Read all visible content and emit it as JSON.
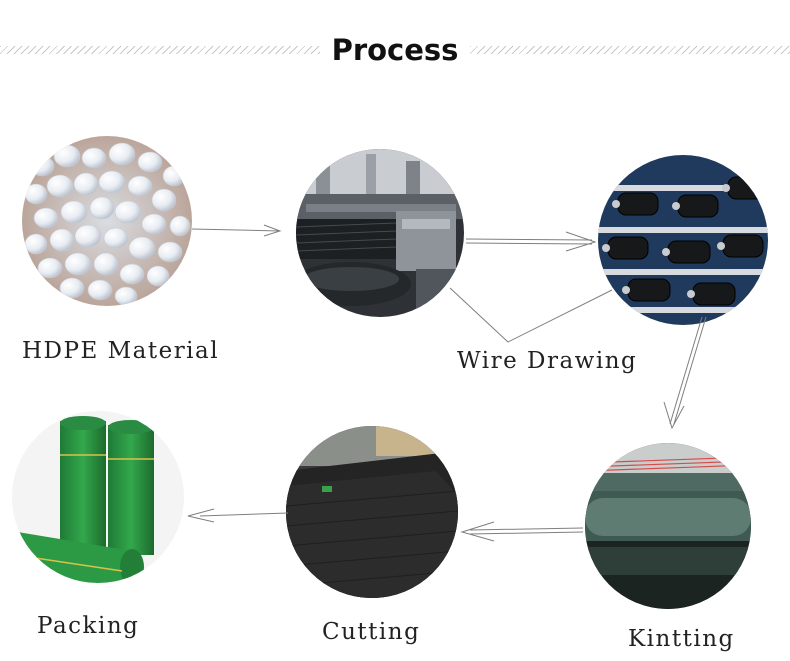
{
  "header": {
    "title": "Process"
  },
  "steps": [
    {
      "id": "hdpe",
      "label": "HDPE Material"
    },
    {
      "id": "wire-drawing",
      "label": "Wire Drawing"
    },
    {
      "id": "knitting",
      "label": "Kintting"
    },
    {
      "id": "cutting",
      "label": "Cutting"
    },
    {
      "id": "packing",
      "label": "Packing"
    }
  ]
}
